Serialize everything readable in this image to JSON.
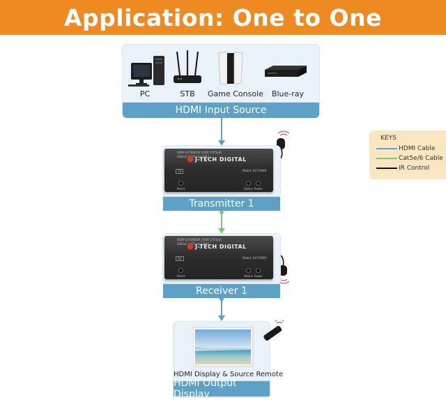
{
  "title": "Application: One to One",
  "input_panel": {
    "sources": [
      {
        "label": "PC",
        "icon": "pc-icon"
      },
      {
        "label": "STB",
        "icon": "router-icon"
      },
      {
        "label": "Game Console",
        "icon": "game-console-icon"
      },
      {
        "label": "Blue-ray",
        "icon": "bluray-player-icon"
      }
    ],
    "bar_label": "HDMI Input Source"
  },
  "transmitter": {
    "bar_label": "Transmitter 1",
    "brand": "J-TECH DIGITAL",
    "port_labels": [
      "Reset",
      "Status",
      "Power"
    ]
  },
  "receiver": {
    "bar_label": "Receiver 1",
    "brand": "J-TECH DIGITAL",
    "port_labels": [
      "Reset",
      "Status",
      "Power"
    ]
  },
  "output_panel": {
    "caption": "HDMI Display & Source Remote",
    "bar_label": "HDMI Output Display"
  },
  "keys": {
    "title": "KEYS",
    "items": [
      {
        "label": "HDMI Cable",
        "color": "#5ea1c6"
      },
      {
        "label": "Cat5e/6 Cable",
        "color": "#7cc576"
      },
      {
        "label": "IR Control",
        "color": "#111111"
      }
    ]
  },
  "colors": {
    "banner": "#ee8a22",
    "bar": "#5ea1c6",
    "hdmi_line": "#5ea1c6",
    "cat_line": "#7cc576",
    "ir_line": "#111111"
  }
}
